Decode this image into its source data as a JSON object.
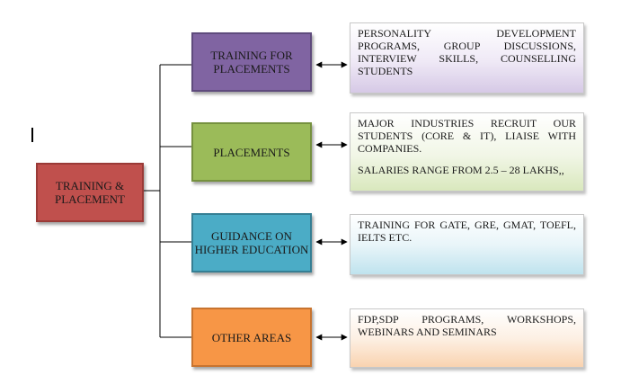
{
  "root": {
    "label": "TRAINING & PLACEMENT"
  },
  "categories": [
    {
      "label": "TRAINING FOR PLACEMENTS",
      "color": "#8064a2",
      "details": [
        "PERSONALITY DEVELOPMENT PROGRAMS, GROUP DISCUSSIONS, INTERVIEW SKILLS, COUNSELLING STUDENTS"
      ]
    },
    {
      "label": "PLACEMENTS",
      "color": "#9bbb59",
      "details": [
        "MAJOR INDUSTRIES RECRUIT OUR STUDENTS (CORE & IT), LIAISE WITH COMPANIES.",
        "SALARIES RANGE FROM 2.5 – 28 LAKHS,,"
      ]
    },
    {
      "label": "GUIDANCE ON HIGHER EDUCATION",
      "color": "#4bacc6",
      "details": [
        "TRAINING FOR GATE, GRE, GMAT, TOEFL, IELTS ETC."
      ]
    },
    {
      "label": "OTHER AREAS",
      "color": "#f79646",
      "details": [
        "FDP,SDP PROGRAMS, WORKSHOPS, WEBINARS AND SEMINARS"
      ]
    }
  ],
  "root_color": "#c0504d"
}
